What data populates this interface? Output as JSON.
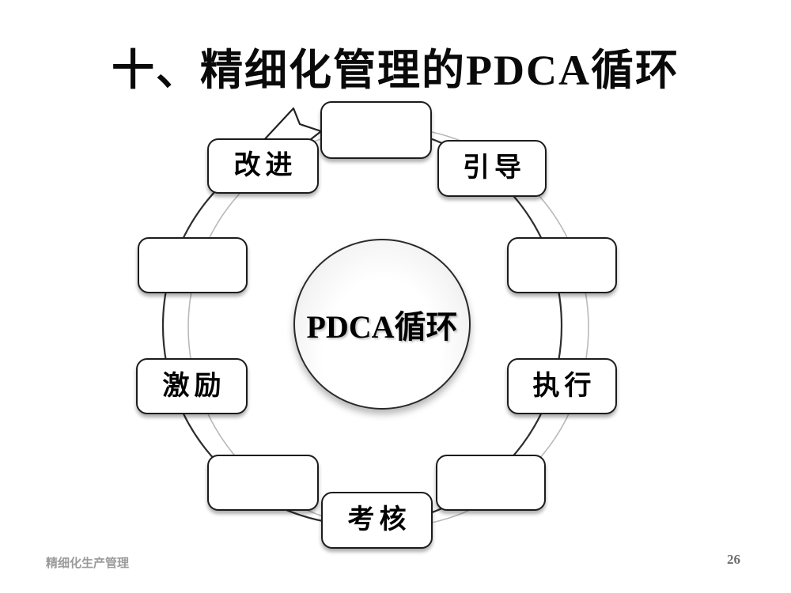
{
  "slide": {
    "title": "十、精细化管理的PDCA循环",
    "center": {
      "label": "PDCA循环"
    },
    "nodes": [
      {
        "position": "top",
        "label": ""
      },
      {
        "position": "top-right",
        "label": "引导"
      },
      {
        "position": "right-upper",
        "label": ""
      },
      {
        "position": "right-lower",
        "label": "执行"
      },
      {
        "position": "bottom-right",
        "label": ""
      },
      {
        "position": "bottom",
        "label": "考核"
      },
      {
        "position": "bottom-left",
        "label": ""
      },
      {
        "position": "left-lower",
        "label": "激励"
      },
      {
        "position": "left-upper",
        "label": ""
      },
      {
        "position": "top-left",
        "label": "改进"
      }
    ],
    "footer": {
      "left_text": "精细化生产管理",
      "page_number": "26"
    },
    "colors": {
      "background": "#ffffff",
      "node_outline": "#1c1c1c",
      "ring_dark": "#2e2e2e",
      "ring_shadow": "#b9b9b9",
      "footer_gray": "#9b9b9b"
    }
  }
}
